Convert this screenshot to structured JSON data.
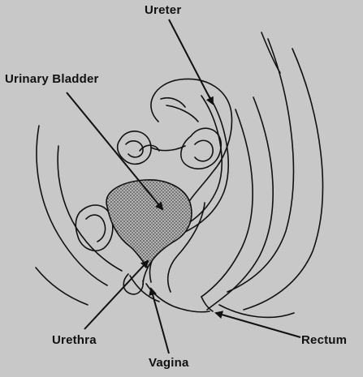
{
  "labels": {
    "ureter": "Ureter",
    "urinary_bladder": "Urinary Bladder",
    "urethra": "Urethra",
    "vagina": "Vagina",
    "rectum": "Rectum"
  },
  "colors": {
    "background": "#c8c8c8",
    "line": "#111111",
    "bladder_fill": "#9a9a9a"
  }
}
